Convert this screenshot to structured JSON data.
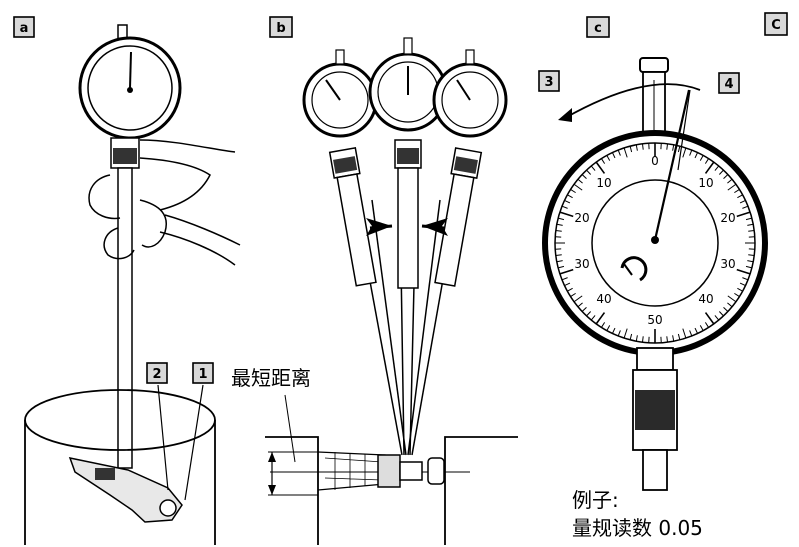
{
  "panels": {
    "a": {
      "tag": "a"
    },
    "b": {
      "tag": "b"
    },
    "c": {
      "tag": "c"
    },
    "d": {
      "tag": "C"
    }
  },
  "callouts": {
    "one": "1",
    "two": "2",
    "three": "3",
    "four": "4"
  },
  "labels": {
    "shortest_distance": "最短距离",
    "example_line1": "例子:",
    "example_line2": "量规读数 0.05"
  },
  "dial_scale": {
    "top": "0",
    "left": [
      "10",
      "20",
      "30",
      "40"
    ],
    "right": [
      "10",
      "20",
      "30",
      "40"
    ],
    "bottom": "50"
  }
}
